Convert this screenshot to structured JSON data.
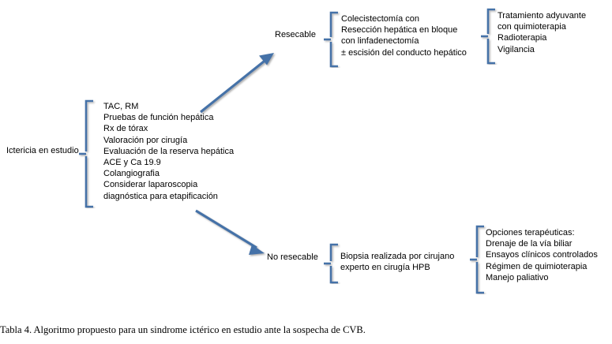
{
  "diagram": {
    "title_caption": "Tabla 4. Algoritmo propuesto para un sindrome ictérico en estudio ante la sospecha de CVB.",
    "accent_color": "#4472a8",
    "text_color": "#000000",
    "background": "#ffffff",
    "root": {
      "label": "Ictericia en estudio"
    },
    "workup": {
      "label": "TAC, RM\nPruebas de función hepática\nRx de tórax\nValoración por cirugía\nEvaluación de la reserva hepática\nACE y Ca 19.9\nColangiografia\nConsiderar laparoscopia\ndiagnóstica para etapificación",
      "items": [
        "TAC, RM",
        "Pruebas de función hepática",
        "Rx de tórax",
        "Valoración por cirugía",
        "Evaluación de la reserva hepática",
        "ACE y Ca 19.9",
        "Colangiografia",
        "Considerar laparoscopia",
        "diagnóstica para etapificación"
      ]
    },
    "branch_resectable": {
      "label": "Resecable",
      "treatment": {
        "label": "Colecistectomía con\nResección hepática en bloque\ncon linfadenectomía\n± escisión del conducto hepático",
        "items": [
          "Colecistectomía con",
          "Resección hepática en bloque",
          "con linfadenectomía",
          "± escisión del conducto hepático"
        ]
      },
      "adjuvant": {
        "label": "Tratamiento adyuvante\ncon quimioterapia\nRadioterapia\nVigilancia",
        "items": [
          "Tratamiento adyuvante",
          "con quimioterapia",
          "Radioterapia",
          "Vigilancia"
        ]
      }
    },
    "branch_unresectable": {
      "label": "No resecable",
      "biopsy": {
        "label": "Biopsia realizada por cirujano\nexperto en cirugía HPB",
        "items": [
          "Biopsia realizada por cirujano",
          "experto en cirugía HPB"
        ]
      },
      "options": {
        "label": "Opciones terapéuticas:\nDrenaje de la vía biliar\nEnsayos clínicos controlados\nRégimen de quimioterapia\nManejo paliativo",
        "items": [
          "Opciones terapéuticas:",
          "Drenaje de la vía biliar",
          "Ensayos clínicos controlados",
          "Régimen de quimioterapia",
          "Manejo paliativo"
        ]
      }
    }
  }
}
